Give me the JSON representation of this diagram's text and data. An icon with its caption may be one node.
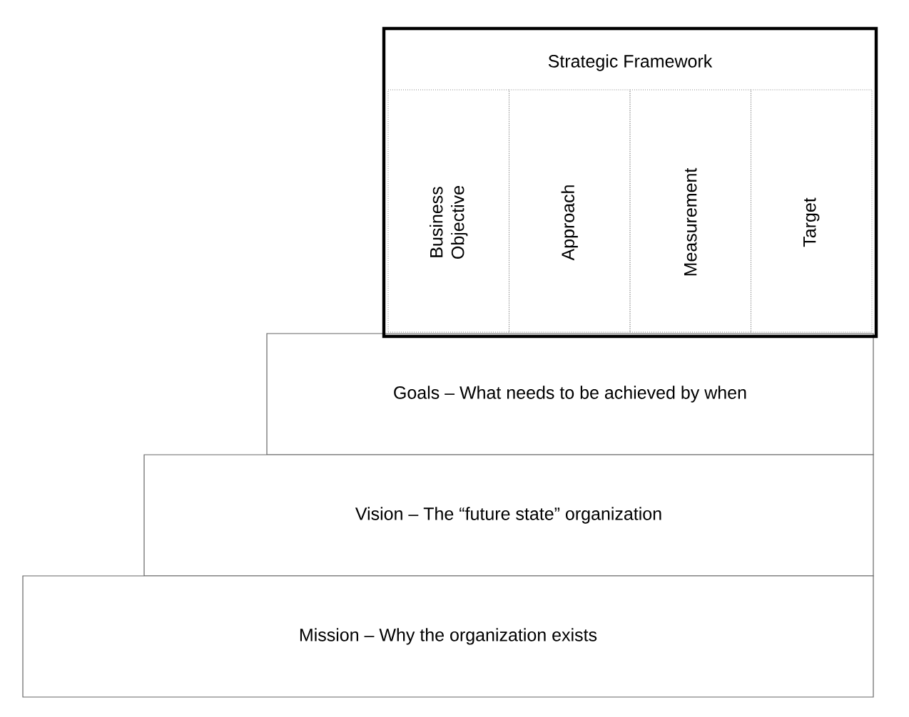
{
  "diagram": {
    "nodes": [
      {
        "text": [
          "Strategic Framework"
        ]
      },
      {
        "text": [
          "Business Objective"
        ],
        "in": 0
      },
      {
        "text": [
          "Approach"
        ],
        "in": 0
      },
      {
        "text": [
          "Measurement"
        ],
        "in": 0
      },
      {
        "text": [
          "Target"
        ],
        "in": 0
      },
      {
        "text": [
          "Goals – What needs to be achieved by when"
        ]
      },
      {
        "text": [
          "Vision – The “future state” organization"
        ]
      },
      {
        "text": [
          "Mission – Why the organization exists"
        ]
      }
    ]
  }
}
